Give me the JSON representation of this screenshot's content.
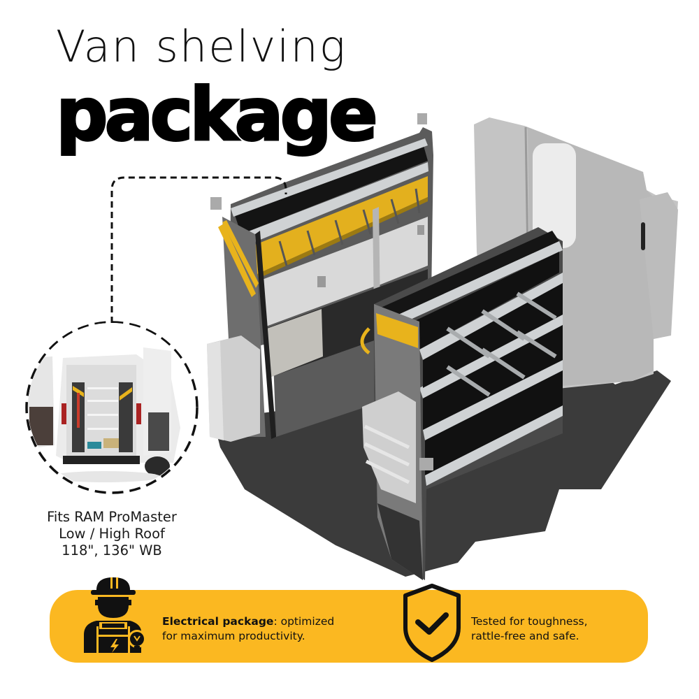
{
  "header": {
    "title_light": "Van shelving",
    "title_bold": "package"
  },
  "inset": {
    "caption_lines": [
      "Fits RAM ProMaster",
      "Low / High Roof",
      "118\", 136\" WB"
    ],
    "image": "van-rear-open-doors-with-shelving"
  },
  "product_image": {
    "description": "van-shelving-package-render",
    "colors": {
      "floor": "#3a3a3a",
      "partition": "#bdbdbd",
      "shelf_rail": "#c9ccce",
      "bin_yellow": "#e6b420",
      "panel_dark": "#4a4a4a",
      "accent_yellow": "#f0b81e"
    }
  },
  "features": [
    {
      "icon": "electrician-worker-icon",
      "bold": "Electrical package",
      "text": ": optimized",
      "line2": "for maximum productivity."
    },
    {
      "icon": "shield-check-icon",
      "line1": "Tested for toughness,",
      "line2": "rattle-free and safe."
    }
  ],
  "colors": {
    "banner": "#FBB821",
    "text": "#111111",
    "background": "#FFFFFF"
  }
}
